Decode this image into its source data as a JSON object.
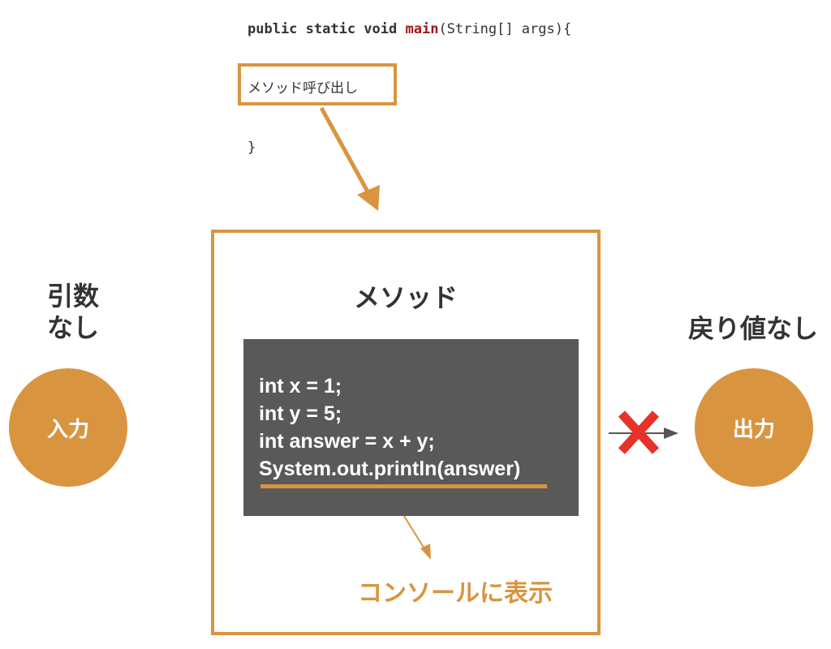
{
  "code": {
    "signature_keywords": "public static void",
    "signature_method": "main",
    "signature_params": "(String[] args){",
    "call_text": "メソッド呼び出し",
    "closing_brace": "}"
  },
  "method": {
    "title": "メソッド",
    "code_lines": [
      "int x = 1;",
      "int y = 5;",
      "int answer = x + y;",
      "System.out.println(answer)"
    ],
    "console_label": "コンソールに表示"
  },
  "input": {
    "label_line1": "引数",
    "label_line2": "なし",
    "circle_label": "入力"
  },
  "output": {
    "label": "戻り値なし",
    "circle_label": "出力"
  },
  "colors": {
    "accent": "#d99440",
    "panel": "#595959",
    "cross": "#e8312a",
    "method_keyword": "#a31515"
  }
}
